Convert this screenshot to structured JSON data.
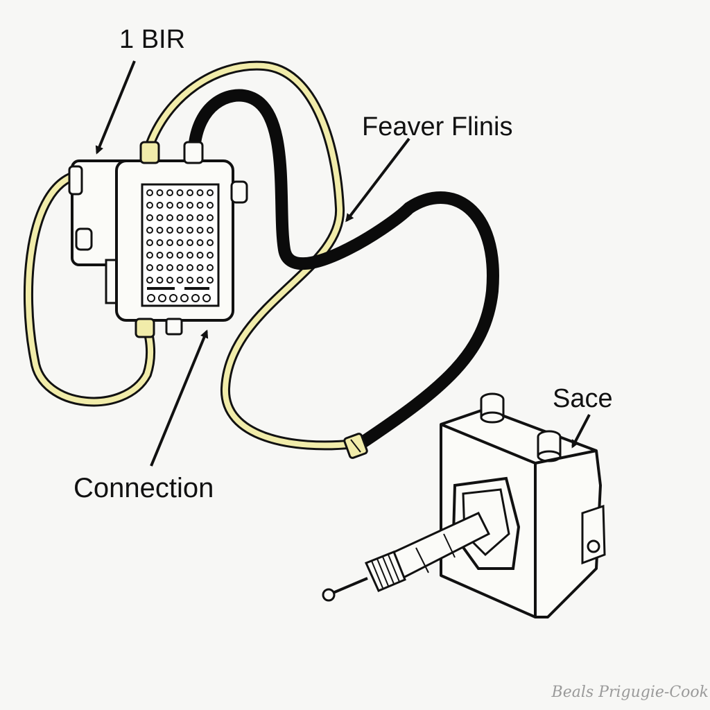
{
  "labels": {
    "top": "1 BIR",
    "upper_right": "Feaver Flinis",
    "right": "Sace",
    "bottom_left": "Connection"
  },
  "watermark": "Beals Prigugie-Cook",
  "colors": {
    "background": "#f7f7f5",
    "ink": "#111111",
    "yellow_wire": "#f1ecaa",
    "black_cable": "#0b0b0b",
    "component_fill": "#fbfbf8"
  }
}
